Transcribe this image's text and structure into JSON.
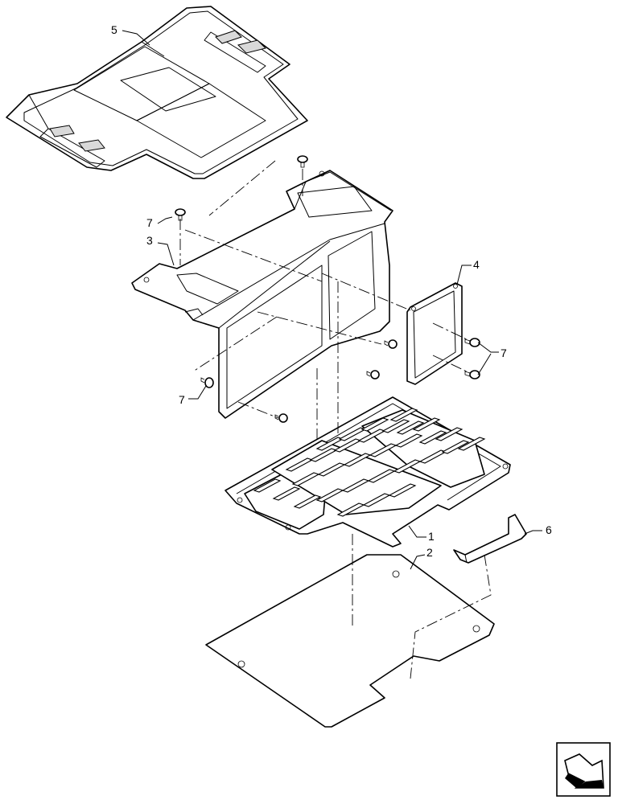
{
  "callouts": {
    "c1": "1",
    "c2": "2",
    "c3": "3",
    "c4": "4",
    "c5": "5",
    "c6": "6",
    "c7a": "7",
    "c7b": "7",
    "c7c": "7"
  },
  "nav_icon": "next-page-arrow-icon"
}
